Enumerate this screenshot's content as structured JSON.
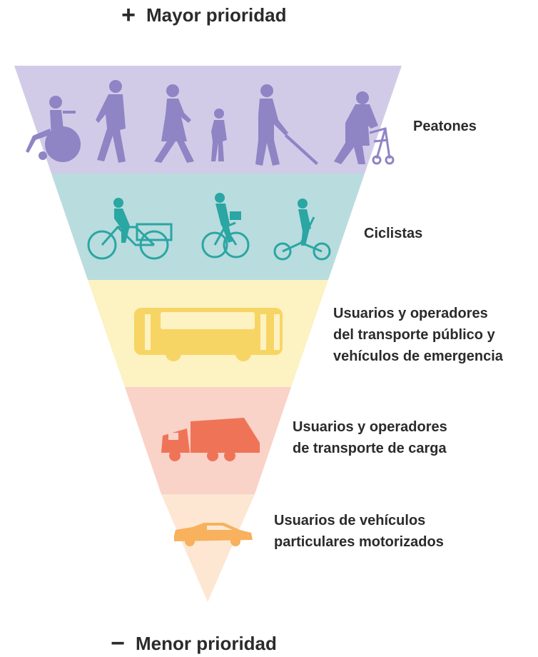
{
  "header": {
    "symbol": "+",
    "label": "Mayor prioridad"
  },
  "footer": {
    "symbol": "−",
    "label": "Menor prioridad"
  },
  "levels": [
    {
      "lines": [
        "Peatones"
      ],
      "color": "#d2cbe8",
      "icon_color": "#8f84c4",
      "icons": [
        "wheelchair-user-icon",
        "walking-man-icon",
        "walking-woman-icon",
        "child-icon",
        "blind-person-cane-icon",
        "elderly-walker-icon"
      ]
    },
    {
      "lines": [
        "Ciclistas"
      ],
      "color": "#b9dcdf",
      "icon_color": "#2aa6a3",
      "icons": [
        "cargo-tricycle-icon",
        "cyclist-icon",
        "folding-bike-cyclist-icon"
      ]
    },
    {
      "lines": [
        "Usuarios y operadores",
        "del transporte público y",
        "vehículos de emergencia"
      ],
      "color": "#fcf2c2",
      "icon_color": "#f7d564",
      "icons": [
        "bus-icon"
      ]
    },
    {
      "lines": [
        "Usuarios y operadores",
        "de transporte de carga"
      ],
      "color": "#f9d2c8",
      "icon_color": "#ef7457",
      "icons": [
        "garbage-truck-icon"
      ]
    },
    {
      "lines": [
        "Usuarios de vehículos",
        "particulares motorizados"
      ],
      "color": "#fde7d2",
      "icon_color": "#f8b15d",
      "icons": [
        "car-icon"
      ]
    }
  ]
}
